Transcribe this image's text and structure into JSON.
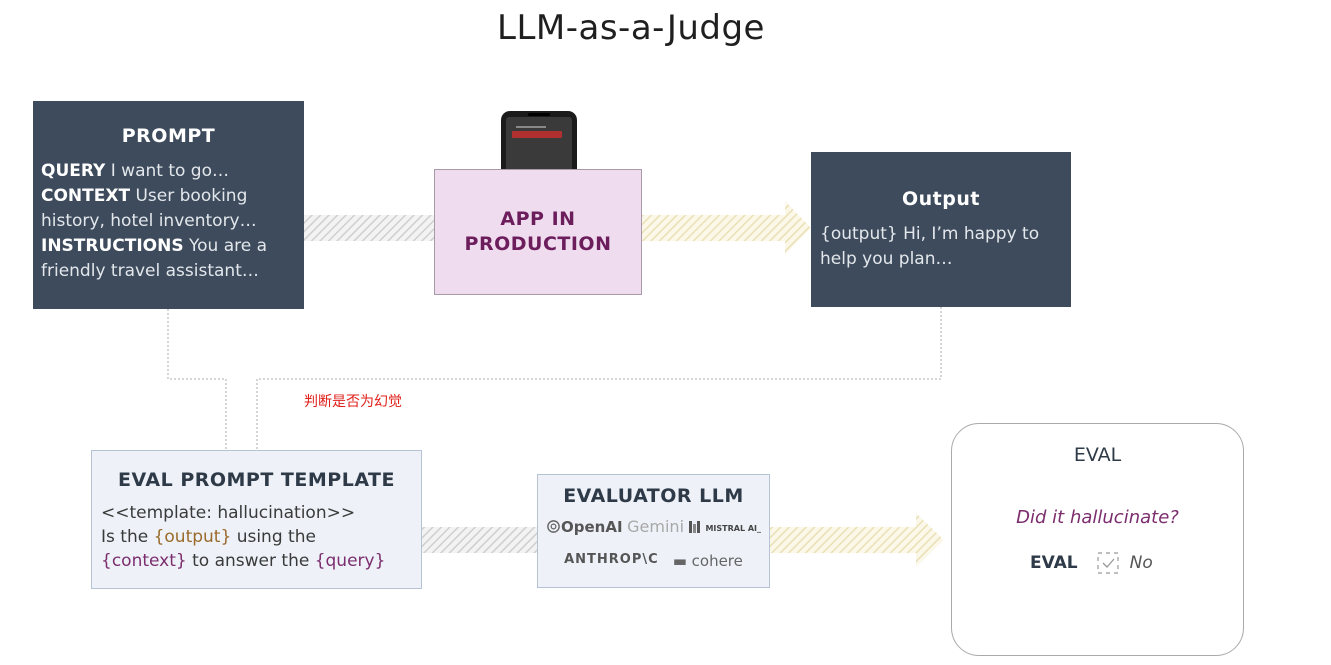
{
  "title": "LLM-as-a-Judge",
  "prompt": {
    "heading": "PROMPT",
    "query_key": "QUERY",
    "query_value": " I want to go…",
    "context_key": "CONTEXT",
    "context_value": " User booking history, hotel inventory…",
    "instructions_key": "INSTRUCTIONS",
    "instructions_value": " You are a friendly  travel assistant…"
  },
  "app": {
    "label": "APP IN PRODUCTION",
    "icon": "smartphone-icon"
  },
  "output": {
    "heading": "Output",
    "var": "{output}",
    "text": " Hi, I’m happy to help you plan…"
  },
  "annotation": "判断是否为幻觉",
  "eval_prompt": {
    "heading": "EVAL PROMPT TEMPLATE",
    "template_tag": "<<template: hallucination>>",
    "line_a": "Is the ",
    "var_output": "{output}",
    "line_b": " using the",
    "var_context": "{context}",
    "line_c": " to answer the ",
    "var_query": "{query}"
  },
  "evaluator": {
    "heading": "EVALUATOR LLM",
    "logos": [
      "OpenAI",
      "Gemini",
      "MISTRAL AI_",
      "ANTHROP\\C",
      "cohere"
    ]
  },
  "eval": {
    "heading": "EVAL",
    "question": "Did it hallucinate?",
    "label": "EVAL",
    "value": "No",
    "icon": "checkbox-icon"
  },
  "colors": {
    "dark_box": "#3d4b5c",
    "app_fill": "#f0dcef",
    "app_text": "#6b1d5c",
    "highlight": "#7b2d6d",
    "annotation": "#e0201a",
    "arrow_gray": "#d2d2d2",
    "arrow_yellow": "#efe7c4"
  }
}
